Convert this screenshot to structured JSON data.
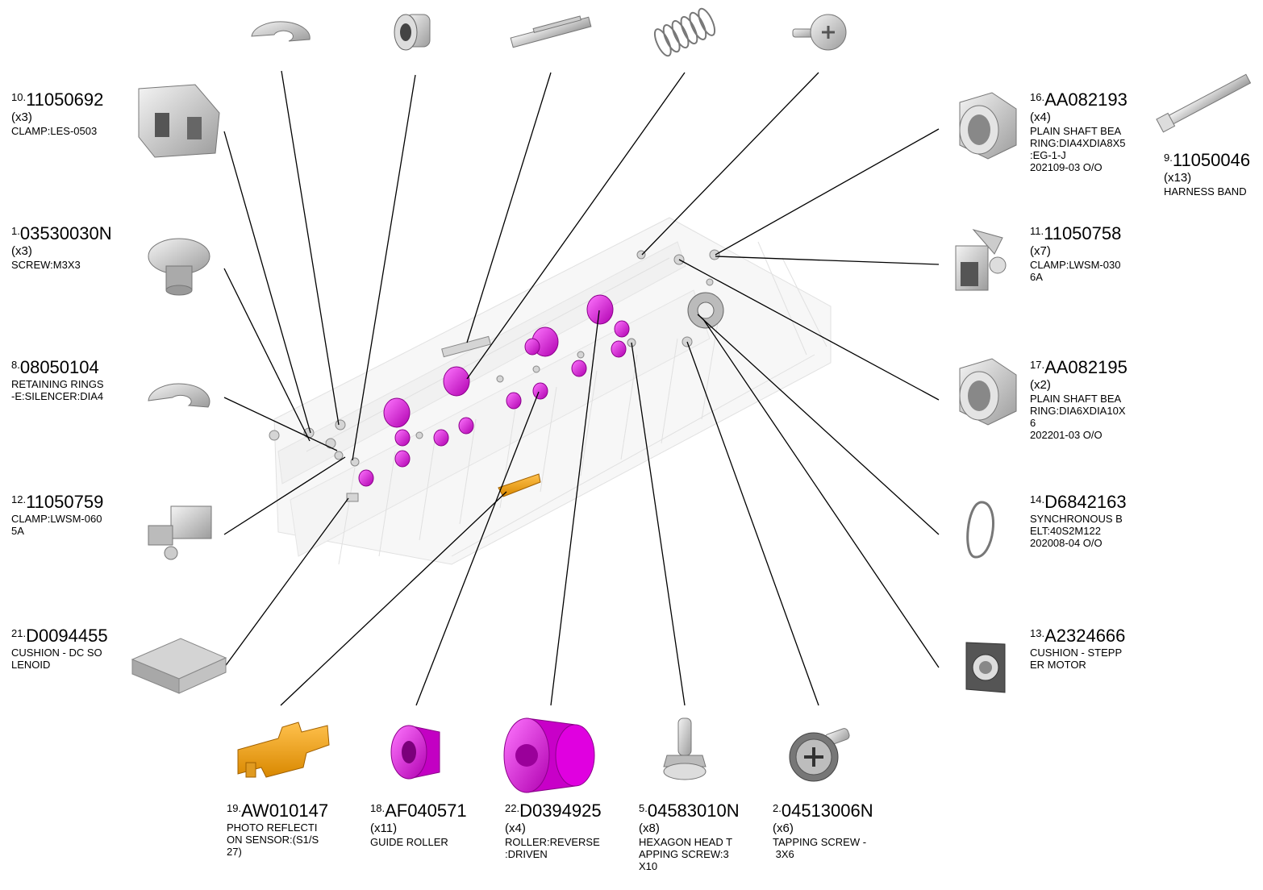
{
  "parts": [
    {
      "id": "p10",
      "index": "10.",
      "number": "11050692",
      "qty": "(x3)",
      "desc": "CLAMP:LES-0503"
    },
    {
      "id": "p1",
      "index": "1.",
      "number": "03530030N",
      "qty": "(x3)",
      "desc": "SCREW:M3X3"
    },
    {
      "id": "p8",
      "index": "8.",
      "number": "08050104",
      "qty": "",
      "desc": "RETAINING RINGS\n-E:SILENCER:DIA4"
    },
    {
      "id": "p12",
      "index": "12.",
      "number": "11050759",
      "qty": "",
      "desc": "CLAMP:LWSM-060\n5A"
    },
    {
      "id": "p21",
      "index": "21.",
      "number": "D0094455",
      "qty": "",
      "desc": "CUSHION - DC SO\nLENOID"
    },
    {
      "id": "p16",
      "index": "16.",
      "number": "AA082193",
      "qty": "(x4)",
      "desc": "PLAIN SHAFT BEA\nRING:DIA4XDIA8X5\n:EG-1-J\n202109-03 O/O"
    },
    {
      "id": "p9",
      "index": "9.",
      "number": "11050046",
      "qty": "(x13)",
      "desc": "HARNESS BAND"
    },
    {
      "id": "p11",
      "index": "11.",
      "number": "11050758",
      "qty": "(x7)",
      "desc": "CLAMP:LWSM-030\n6A"
    },
    {
      "id": "p17",
      "index": "17.",
      "number": "AA082195",
      "qty": "(x2)",
      "desc": "PLAIN SHAFT BEA\nRING:DIA6XDIA10X\n6\n202201-03 O/O"
    },
    {
      "id": "p14",
      "index": "14.",
      "number": "D6842163",
      "qty": "",
      "desc": "SYNCHRONOUS B\nELT:40S2M122\n202008-04 O/O"
    },
    {
      "id": "p13",
      "index": "13.",
      "number": "A2324666",
      "qty": "",
      "desc": "CUSHION - STEPP\nER MOTOR"
    },
    {
      "id": "p19",
      "index": "19.",
      "number": "AW010147",
      "qty": "",
      "desc": "PHOTO REFLECTI\nON SENSOR:(S1/S\n27)"
    },
    {
      "id": "p18",
      "index": "18.",
      "number": "AF040571",
      "qty": "(x11)",
      "desc": "GUIDE ROLLER"
    },
    {
      "id": "p22",
      "index": "22.",
      "number": "D0394925",
      "qty": "(x4)",
      "desc": "ROLLER:REVERSE\n:DRIVEN"
    },
    {
      "id": "p5",
      "index": "5.",
      "number": "04583010N",
      "qty": "(x8)",
      "desc": "HEXAGON HEAD T\nAPPING SCREW:3\nX10"
    },
    {
      "id": "p2",
      "index": "2.",
      "number": "04513006N",
      "qty": "(x6)",
      "desc": "TAPPING SCREW -\n 3X6"
    }
  ],
  "colors": {
    "roller": "#ee22ee",
    "sensor": "#f0a020",
    "part": "#c8c8c8",
    "line": "#000000"
  }
}
